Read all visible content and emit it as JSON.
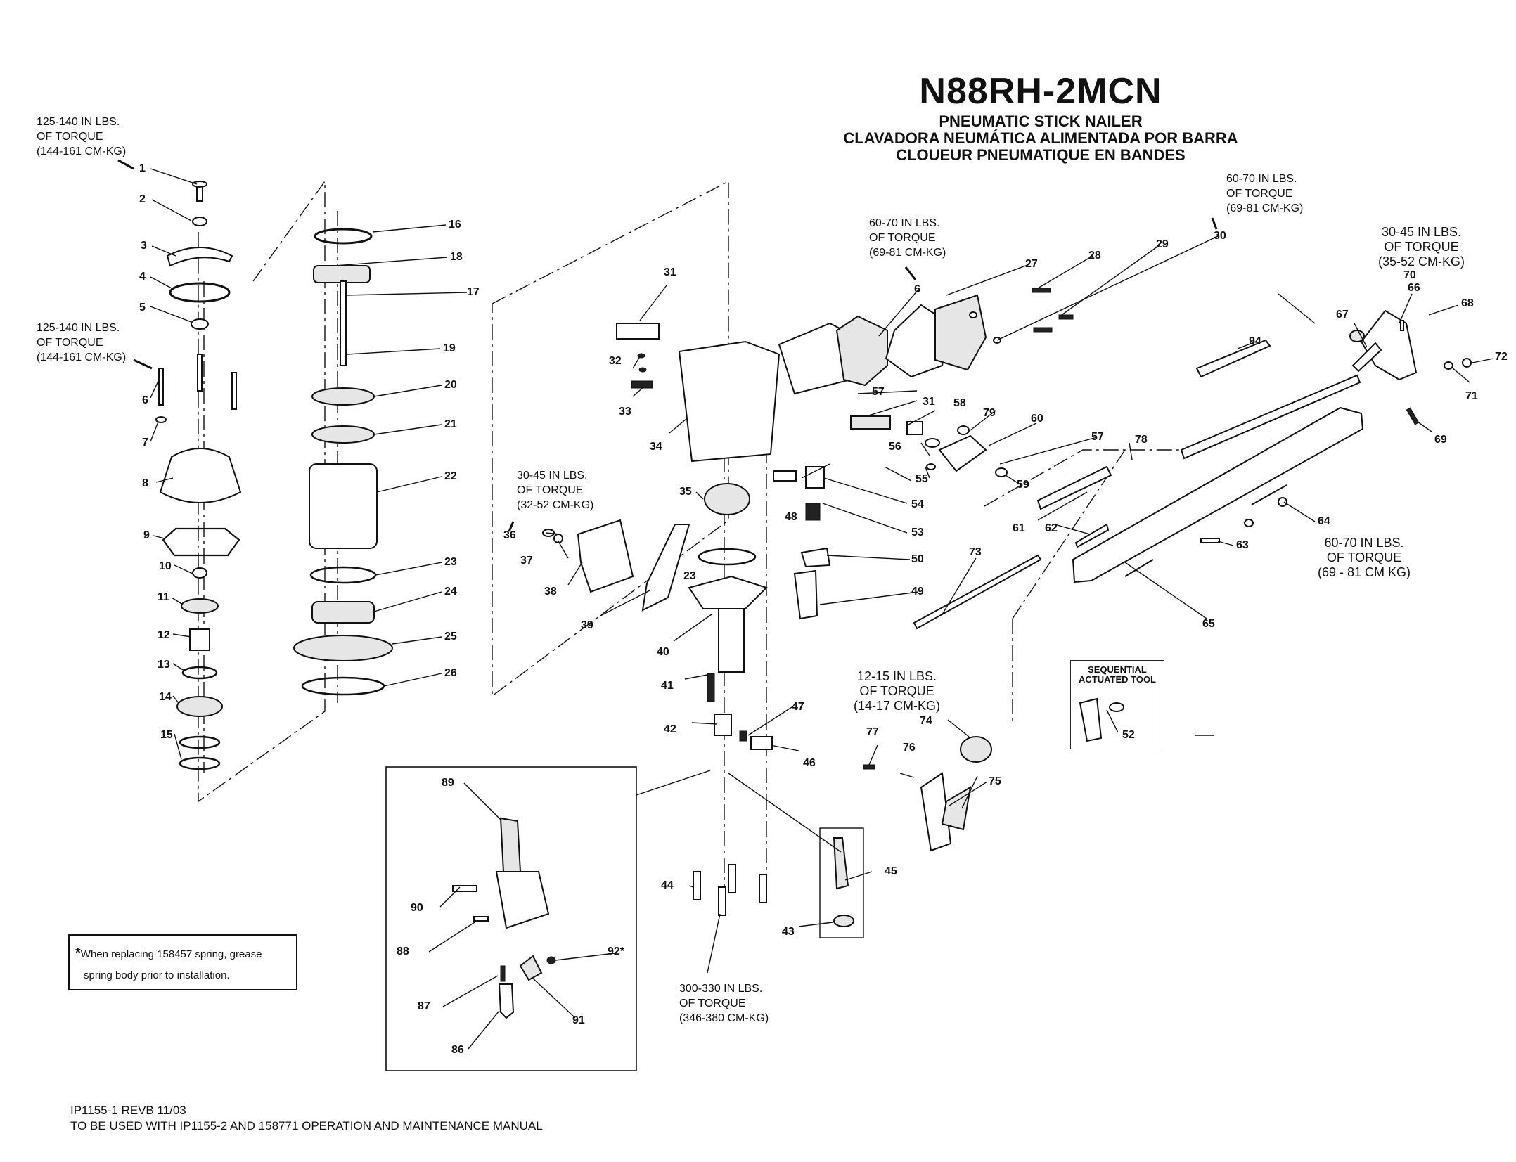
{
  "header": {
    "model": "N88RH-2MCN",
    "subtitle_en": "PNEUMATIC STICK NAILER",
    "subtitle_es": "CLAVADORA NEUMÁTICA ALIMENTADA POR BARRA",
    "subtitle_fr": "CLOUEUR PNEUMATIQUE EN BANDES"
  },
  "torque_notes": {
    "t1": "125-140 IN LBS.\nOF TORQUE\n(144-161 CM-KG)",
    "t6": "125-140 IN LBS.\nOF TORQUE\n(144-161 CM-KG)",
    "t_mid6": "60-70 IN LBS.\nOF TORQUE\n(69-81 CM-KG)",
    "t30": "60-70 IN LBS.\nOF TORQUE\n(69-81 CM-KG)",
    "t70": "30-45 IN LBS.\nOF TORQUE\n(35-52 CM-KG)",
    "t36": "30-45 IN LBS.\nOF TORQUE\n(32-52 CM-KG)",
    "t64": "60-70 IN LBS.\nOF TORQUE\n(69 - 81 CM KG)",
    "t77": "12-15 IN LBS.\nOF TORQUE\n(14-17 CM-KG)",
    "t44": "300-330 IN LBS.\nOF TORQUE\n(346-380 CM-KG)"
  },
  "sequential_box": {
    "label": "SEQUENTIAL\nACTUATED TOOL",
    "part": "52"
  },
  "grease_note": {
    "star": "*",
    "line1": "When replacing 158457 spring, grease",
    "line2": "spring body prior to installation."
  },
  "footer": {
    "line1": "IP1155-1 REVB  11/03",
    "line2": "TO BE USED WITH IP1155-2 AND 158771 OPERATION AND MAINTENANCE MANUAL"
  },
  "callouts": [
    {
      "id": "c1",
      "label": "1"
    },
    {
      "id": "c2",
      "label": "2"
    },
    {
      "id": "c3",
      "label": "3"
    },
    {
      "id": "c4",
      "label": "4"
    },
    {
      "id": "c5",
      "label": "5"
    },
    {
      "id": "c6a",
      "label": "6"
    },
    {
      "id": "c7",
      "label": "7"
    },
    {
      "id": "c8",
      "label": "8"
    },
    {
      "id": "c9",
      "label": "9"
    },
    {
      "id": "c10",
      "label": "10"
    },
    {
      "id": "c11",
      "label": "11"
    },
    {
      "id": "c12",
      "label": "12"
    },
    {
      "id": "c13",
      "label": "13"
    },
    {
      "id": "c14",
      "label": "14"
    },
    {
      "id": "c15",
      "label": "15"
    },
    {
      "id": "c16",
      "label": "16"
    },
    {
      "id": "c17",
      "label": "17"
    },
    {
      "id": "c18",
      "label": "18"
    },
    {
      "id": "c19",
      "label": "19"
    },
    {
      "id": "c20",
      "label": "20"
    },
    {
      "id": "c21",
      "label": "21"
    },
    {
      "id": "c22",
      "label": "22"
    },
    {
      "id": "c23a",
      "label": "23"
    },
    {
      "id": "c23b",
      "label": "23"
    },
    {
      "id": "c24",
      "label": "24"
    },
    {
      "id": "c25",
      "label": "25"
    },
    {
      "id": "c26",
      "label": "26"
    },
    {
      "id": "c6b",
      "label": "6"
    },
    {
      "id": "c27",
      "label": "27"
    },
    {
      "id": "c28",
      "label": "28"
    },
    {
      "id": "c29",
      "label": "29"
    },
    {
      "id": "c30",
      "label": "30"
    },
    {
      "id": "c31a",
      "label": "31"
    },
    {
      "id": "c31b",
      "label": "31"
    },
    {
      "id": "c32",
      "label": "32"
    },
    {
      "id": "c33",
      "label": "33"
    },
    {
      "id": "c34",
      "label": "34"
    },
    {
      "id": "c35",
      "label": "35"
    },
    {
      "id": "c36",
      "label": "36"
    },
    {
      "id": "c37",
      "label": "37"
    },
    {
      "id": "c38",
      "label": "38"
    },
    {
      "id": "c39",
      "label": "39"
    },
    {
      "id": "c40",
      "label": "40"
    },
    {
      "id": "c41",
      "label": "41"
    },
    {
      "id": "c42",
      "label": "42"
    },
    {
      "id": "c43",
      "label": "43"
    },
    {
      "id": "c44",
      "label": "44"
    },
    {
      "id": "c45",
      "label": "45"
    },
    {
      "id": "c46",
      "label": "46"
    },
    {
      "id": "c47",
      "label": "47"
    },
    {
      "id": "c48",
      "label": "48"
    },
    {
      "id": "c49",
      "label": "49"
    },
    {
      "id": "c50",
      "label": "50"
    },
    {
      "id": "c53",
      "label": "53"
    },
    {
      "id": "c54",
      "label": "54"
    },
    {
      "id": "c55",
      "label": "55"
    },
    {
      "id": "c56",
      "label": "56"
    },
    {
      "id": "c57a",
      "label": "57"
    },
    {
      "id": "c57b",
      "label": "57"
    },
    {
      "id": "c58",
      "label": "58"
    },
    {
      "id": "c59",
      "label": "59"
    },
    {
      "id": "c60",
      "label": "60"
    },
    {
      "id": "c61",
      "label": "61"
    },
    {
      "id": "c62",
      "label": "62"
    },
    {
      "id": "c63",
      "label": "63"
    },
    {
      "id": "c64",
      "label": "64"
    },
    {
      "id": "c65",
      "label": "65"
    },
    {
      "id": "c66",
      "label": "66"
    },
    {
      "id": "c67",
      "label": "67"
    },
    {
      "id": "c68",
      "label": "68"
    },
    {
      "id": "c69",
      "label": "69"
    },
    {
      "id": "c70",
      "label": "70"
    },
    {
      "id": "c71",
      "label": "71"
    },
    {
      "id": "c72",
      "label": "72"
    },
    {
      "id": "c73",
      "label": "73"
    },
    {
      "id": "c74",
      "label": "74"
    },
    {
      "id": "c75",
      "label": "75"
    },
    {
      "id": "c76",
      "label": "76"
    },
    {
      "id": "c77",
      "label": "77"
    },
    {
      "id": "c78",
      "label": "78"
    },
    {
      "id": "c79",
      "label": "79"
    },
    {
      "id": "c86",
      "label": "86"
    },
    {
      "id": "c87",
      "label": "87"
    },
    {
      "id": "c88",
      "label": "88"
    },
    {
      "id": "c89",
      "label": "89"
    },
    {
      "id": "c90",
      "label": "90"
    },
    {
      "id": "c91",
      "label": "91"
    },
    {
      "id": "c92",
      "label": "92*"
    },
    {
      "id": "c94",
      "label": "94"
    }
  ]
}
